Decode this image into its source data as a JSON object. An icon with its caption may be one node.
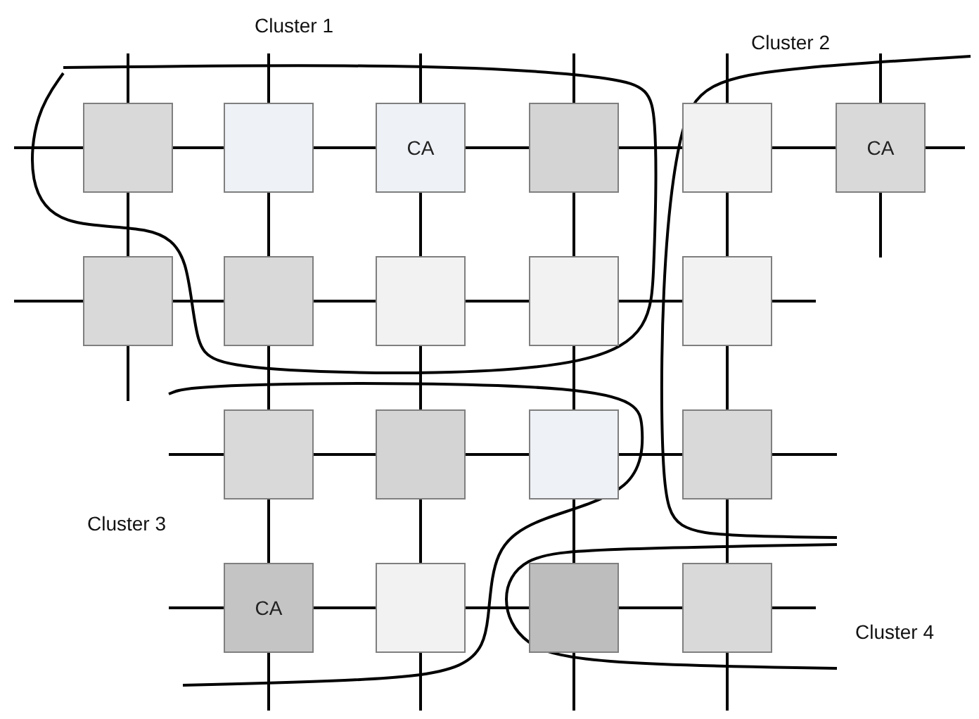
{
  "diagram": {
    "nodes": [
      {
        "text": [],
        "shape": "box"
      },
      {
        "text": [],
        "shape": "box"
      },
      {
        "text": [
          "CA"
        ]
      },
      {
        "text": [],
        "shape": "box"
      },
      {
        "text": [],
        "shape": "box"
      },
      {
        "text": [
          "CA"
        ]
      },
      {
        "text": [],
        "shape": "box"
      },
      {
        "text": [],
        "shape": "box"
      },
      {
        "text": [],
        "shape": "box"
      },
      {
        "text": [],
        "shape": "box"
      },
      {
        "text": [],
        "shape": "box"
      },
      {
        "text": [],
        "shape": "box"
      },
      {
        "text": [],
        "shape": "box"
      },
      {
        "text": [],
        "shape": "box"
      },
      {
        "text": [],
        "shape": "box"
      },
      {
        "text": [
          "CA"
        ]
      },
      {
        "text": [],
        "shape": "box"
      },
      {
        "text": [],
        "shape": "box"
      },
      {
        "text": [],
        "shape": "box"
      }
    ],
    "edges": [
      {
        "from": 0,
        "to": 1,
        "arrow": "none"
      },
      {
        "from": 1,
        "to": 2,
        "arrow": "none"
      },
      {
        "from": 2,
        "to": 3,
        "arrow": "none"
      },
      {
        "from": 3,
        "to": 4,
        "arrow": "none"
      },
      {
        "from": 4,
        "to": 5,
        "arrow": "none"
      },
      {
        "from": 6,
        "to": 7,
        "arrow": "none"
      },
      {
        "from": 7,
        "to": 8,
        "arrow": "none"
      },
      {
        "from": 8,
        "to": 9,
        "arrow": "none"
      },
      {
        "from": 9,
        "to": 10,
        "arrow": "none"
      },
      {
        "from": 11,
        "to": 12,
        "arrow": "none"
      },
      {
        "from": 12,
        "to": 13,
        "arrow": "none"
      },
      {
        "from": 13,
        "to": 14,
        "arrow": "none"
      },
      {
        "from": 15,
        "to": 16,
        "arrow": "none"
      },
      {
        "from": 16,
        "to": 17,
        "arrow": "none"
      },
      {
        "from": 17,
        "to": 18,
        "arrow": "none"
      },
      {
        "from": 0,
        "to": 6,
        "arrow": "none"
      },
      {
        "from": 1,
        "to": 7,
        "arrow": "none"
      },
      {
        "from": 2,
        "to": 8,
        "arrow": "none"
      },
      {
        "from": 3,
        "to": 9,
        "arrow": "none"
      },
      {
        "from": 4,
        "to": 10,
        "arrow": "none"
      },
      {
        "from": 7,
        "to": 11,
        "arrow": "none"
      },
      {
        "from": 8,
        "to": 12,
        "arrow": "none"
      },
      {
        "from": 9,
        "to": 13,
        "arrow": "none"
      },
      {
        "from": 10,
        "to": 14,
        "arrow": "none"
      },
      {
        "from": 11,
        "to": 15,
        "arrow": "none"
      },
      {
        "from": 12,
        "to": 16,
        "arrow": "none"
      },
      {
        "from": 13,
        "to": 17,
        "arrow": "none"
      },
      {
        "from": 14,
        "to": 18,
        "arrow": "none"
      },
      {
        "from": 0,
        "to": null,
        "arrow": "none"
      },
      {
        "from": 1,
        "to": null,
        "arrow": "none"
      },
      {
        "from": 2,
        "to": null,
        "arrow": "none"
      },
      {
        "from": 3,
        "to": null,
        "arrow": "none"
      },
      {
        "from": 4,
        "to": null,
        "arrow": "none"
      },
      {
        "from": 5,
        "to": null,
        "arrow": "none"
      },
      {
        "from": 0,
        "to": null,
        "arrow": "none"
      },
      {
        "from": 5,
        "to": null,
        "arrow": "none"
      },
      {
        "from": 5,
        "to": null,
        "arrow": "none"
      },
      {
        "from": 6,
        "to": null,
        "arrow": "none"
      },
      {
        "from": 10,
        "to": null,
        "arrow": "none"
      },
      {
        "from": 6,
        "to": null,
        "arrow": "none"
      },
      {
        "from": 11,
        "to": null,
        "arrow": "none"
      },
      {
        "from": 14,
        "to": null,
        "arrow": "none"
      },
      {
        "from": 15,
        "to": null,
        "arrow": "none"
      },
      {
        "from": 18,
        "to": null,
        "arrow": "none"
      },
      {
        "from": 15,
        "to": null,
        "arrow": "none"
      },
      {
        "from": 16,
        "to": null,
        "arrow": "none"
      },
      {
        "from": 17,
        "to": null,
        "arrow": "none"
      },
      {
        "from": 18,
        "to": null,
        "arrow": "none"
      }
    ],
    "labels": [
      "Cluster 1",
      "Cluster 2",
      "Cluster 3",
      "Cluster 4"
    ]
  }
}
